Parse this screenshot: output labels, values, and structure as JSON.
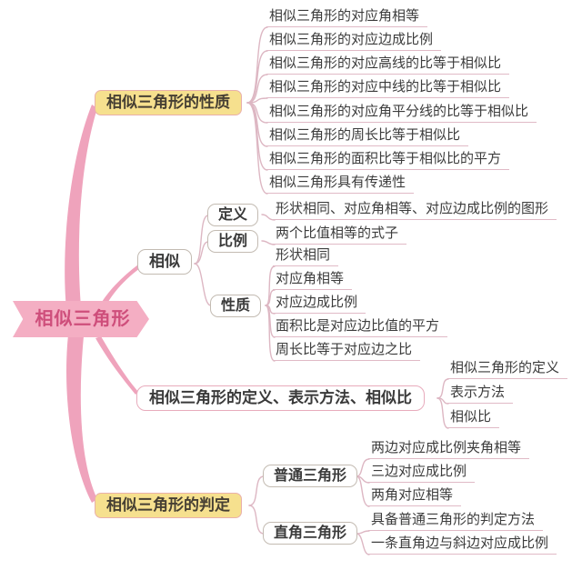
{
  "colors": {
    "root_fill": "#f4aec3",
    "root_text": "#ce4e7b",
    "branch_fill_yellow": "#f6e08e",
    "taper_pink": "#efa3bc",
    "wire_pink": "#ddb7c3"
  },
  "mindmap": {
    "root": {
      "label": "相似三角形"
    },
    "branches": [
      {
        "label": "相似三角形的性质",
        "leaves": [
          "相似三角形的对应角相等",
          "相似三角形的对应边成比例",
          "相似三角形的对应高线的比等于相似比",
          "相似三角形的对应中线的比等于相似比",
          "相似三角形的对应角平分线的比等于相似比",
          "相似三角形的周长比等于相似比",
          "相似三角形的面积比等于相似比的平方",
          "相似三角形具有传递性"
        ]
      },
      {
        "label": "相似",
        "children": [
          {
            "label": "定义",
            "leaves": [
              "形状相同、对应角相等、对应边成比例的图形"
            ]
          },
          {
            "label": "比例",
            "leaves": [
              "两个比值相等的式子"
            ]
          },
          {
            "label": "性质",
            "leaves": [
              "形状相同",
              "对应角相等",
              "对应边成比例",
              "面积比是对应边比值的平方",
              "周长比等于对应边之比"
            ]
          }
        ]
      },
      {
        "label": "相似三角形的定义、表示方法、相似比",
        "leaves": [
          "相似三角形的定义",
          "表示方法",
          "相似比"
        ]
      },
      {
        "label": "相似三角形的判定",
        "children": [
          {
            "label": "普通三角形",
            "leaves": [
              "两边对应成比例夹角相等",
              "三边对应成比例",
              "两角对应相等"
            ]
          },
          {
            "label": "直角三角形",
            "leaves": [
              "具备普通三角形的判定方法",
              "一条直角边与斜边对应成比例"
            ]
          }
        ]
      }
    ]
  }
}
